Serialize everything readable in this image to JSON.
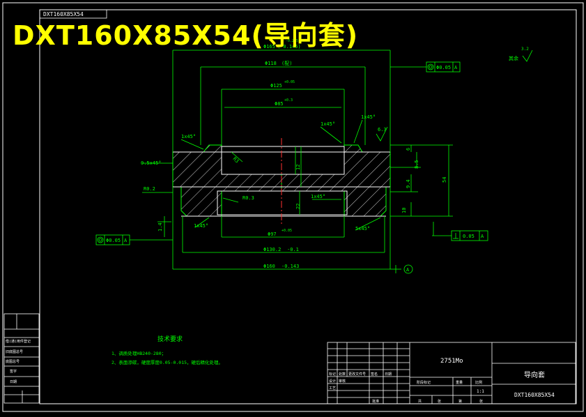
{
  "title": "DXT160X85X54(导向套)",
  "stamp": "DXT160X85X54",
  "dimensions": {
    "d_top_outer": "Φ165",
    "d_top_outer_tol": "(-0.145)",
    "d_top_outer_tol2": "-0.245",
    "d_flange": "Φ118",
    "d_flange_tol": "(配)",
    "d_bore_top": "Φ125",
    "d_bore_top_tol": "+0.05",
    "d_inner": "Φ85",
    "d_inner_tol": "+0.3",
    "d_bottom_bore": "Φ97",
    "d_bottom_bore_tol": "+0.05",
    "d_lower": "Φ130.2",
    "d_lower_tol": "-0.1",
    "d_bottom_outer": "Φ160",
    "d_bottom_outer_tol": "-0.143",
    "h_total": "54",
    "h_top": "6",
    "h_step": "10",
    "h_mid": "9.4",
    "r_left": "R0.2",
    "r_mid": "R0.3",
    "r_left2": "R3",
    "ch_top_left": "1x45°",
    "ch_top_right": "1x45°",
    "ch_inner": "1x45°",
    "ch_bottom_left": "1x45°",
    "ch_bottom_right": "5x45°",
    "ch_left_small": "0.5x45°",
    "ch_lower_inner": "1x45°",
    "dim_inner_h": "12",
    "dim_inner_h2": "22",
    "dim_1_4": "1.4",
    "dim_slot": "8.5",
    "ra": "6.3",
    "ra_other": "3.2",
    "other_label": "其余"
  },
  "tolerances": {
    "concentric_top": "Φ0.05",
    "concentric_left": "Φ0.05",
    "perpendicular": "0.05",
    "datum": "A"
  },
  "notes": {
    "heading": "技术要求",
    "line1": "1、调质处理HB240-280；",
    "line2": "2、表面渗碳，硬度厚度0.05-0.015，硬后精化处理。"
  },
  "title_block": {
    "part_name": "导向套",
    "drawing_no": "DXT160X85X54",
    "material": "2751Mo",
    "scale": "1:1",
    "labels": [
      "标记",
      "处数",
      "更改文件号",
      "签名",
      "日期",
      "设计",
      "审核",
      "工艺",
      "批准",
      "阶段标记",
      "重量",
      "比例",
      "共",
      "张",
      "第",
      "张"
    ]
  },
  "side_table": [
    "借(通)用件登记",
    "旧底图总号",
    "底图总号",
    "签字",
    "日期"
  ]
}
